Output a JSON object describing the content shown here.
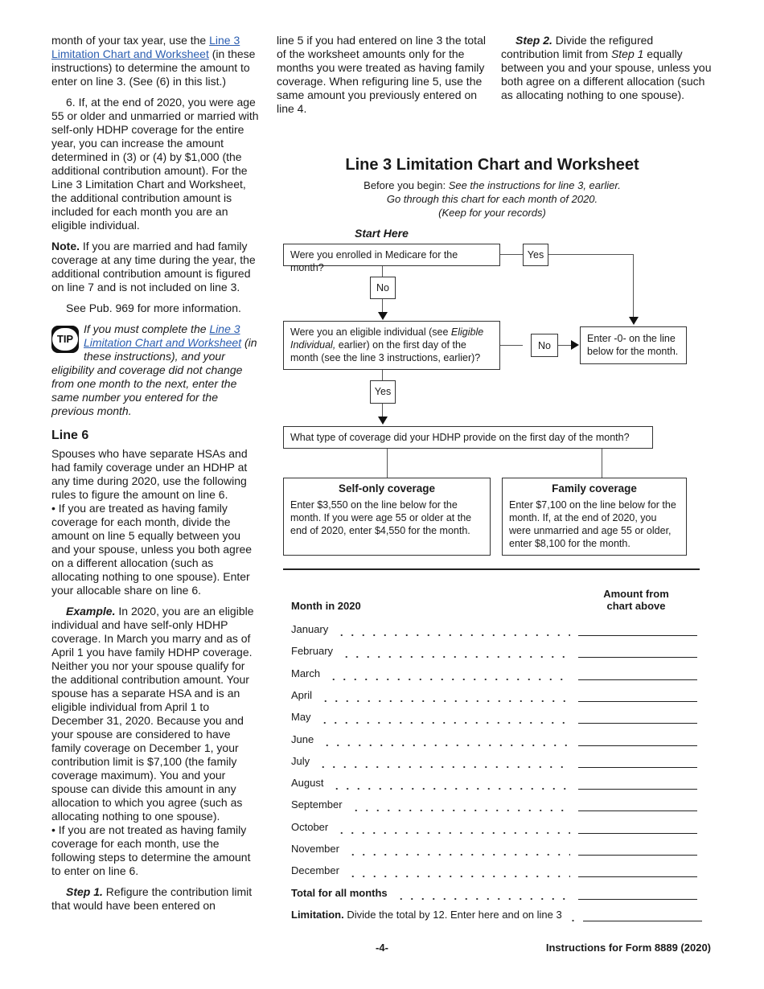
{
  "left": {
    "p1_pre": "month of your tax year, use the ",
    "p1_link": "Line 3 Limitation Chart and Worksheet",
    "p1_post": " (in these instructions) to determine the amount to enter on line 3. (See (6) in this list.)",
    "p2": "6.  If, at the end of 2020, you were age 55 or older and unmarried or married with self-only HDHP coverage for the entire year, you can increase the amount determined in (3) or (4) by $1,000 (the additional contribution amount). For the Line 3 Limitation Chart and Worksheet, the additional contribution amount is included for each month you are an eligible individual.",
    "note_label": "Note.",
    "note_text": " If you are married and had family coverage at any time during the year, the additional contribution amount is figured on line 7 and is not included on line 3.",
    "see_pub": "See Pub. 969 for more information.",
    "tip_icon": "TIP",
    "tip_pre": "If you must complete the ",
    "tip_link": "Line 3 Limitation Chart and Worksheet",
    "tip_post": " (in these instructions), and your eligibility and coverage did not change from one month to the next, enter the same number you entered for the previous month.",
    "heading": "Line 6",
    "line6_intro": "Spouses who have separate HSAs and had family coverage under an HDHP at any time during 2020, use the following rules to figure the amount on line 6.",
    "bullet1": "• If you are treated as having family coverage for each month, divide the amount on line 5 equally between you and your spouse, unless you both agree on a different allocation (such as allocating nothing to one spouse). Enter your allocable share on line 6.",
    "example_label": "Example.",
    "example_text": " In 2020, you are an eligible individual and have self-only HDHP coverage. In March you marry and as of April 1 you have family HDHP coverage. Neither you nor your spouse qualify for the additional contribution amount. Your spouse has a separate HSA and is an eligible individual from April 1 to December 31, 2020. Because you and your spouse are considered to have family coverage on December 1, your contribution limit is $7,100 (the family coverage maximum). You and your spouse can divide this amount in any allocation to which you agree (such as allocating nothing to one spouse).",
    "bullet2": "• If you are not treated as having family coverage for each month, use the following steps to determine the amount to enter on line 6.",
    "step1_label": "Step 1.",
    "step1_text": " Refigure the contribution limit that would have been entered on"
  },
  "middle": {
    "text": "line 5 if you had entered on line 3 the total of the worksheet amounts only for the months you were treated as having family coverage. When refiguring line 5, use the same amount you previously entered on line 4."
  },
  "right": {
    "step2_label": "Step 2.",
    "step2_pre": " Divide the refigured contribution limit from ",
    "step2_em": "Step 1",
    "step2_post": " equally between you and your spouse, unless you both agree on a different allocation (such as allocating nothing to one spouse)."
  },
  "chart": {
    "title": "Line 3 Limitation Chart and Worksheet",
    "sub_pre": "Before you begin: ",
    "sub_line1": "See the instructions for line 3, earlier.",
    "sub_line2": "Go through this chart for each month of 2020.",
    "sub_line3": "(Keep for your records)",
    "start_here": "Start Here",
    "q1": "Were you enrolled in Medicare for the month?",
    "yes": "Yes",
    "no": "No",
    "q2_pre": "Were you an eligible individual (see ",
    "q2_em": "Eligible Individual,",
    "q2_post": " earlier) on the first day of the month (see the line 3 instructions, earlier)?",
    "enter_zero": "Enter -0- on the line below for the month.",
    "q3": "What type of coverage did your HDHP provide on the first day of the month?",
    "self_title": "Self-only coverage",
    "self_text": "Enter $3,550 on the line below for the month. If you were age 55 or older at the end of 2020, enter $4,550 for the month.",
    "family_title": "Family coverage",
    "family_text": "Enter $7,100 on the line below for the month. If, at the end of 2020, you were unmarried and age 55 or older, enter $8,100 for the month."
  },
  "worksheet": {
    "month_header": "Month in 2020",
    "amount_header_1": "Amount from",
    "amount_header_2": "chart above",
    "months": [
      "January",
      "February",
      "March",
      "April",
      "May",
      "June",
      "July",
      "August",
      "September",
      "October",
      "November",
      "December"
    ],
    "total_label": "Total for all months",
    "limitation_label": "Limitation.",
    "limitation_text": " Divide the total by 12. Enter here and on line 3"
  },
  "footer": {
    "page": "-4-",
    "form": "Instructions for Form 8889 (2020)"
  }
}
